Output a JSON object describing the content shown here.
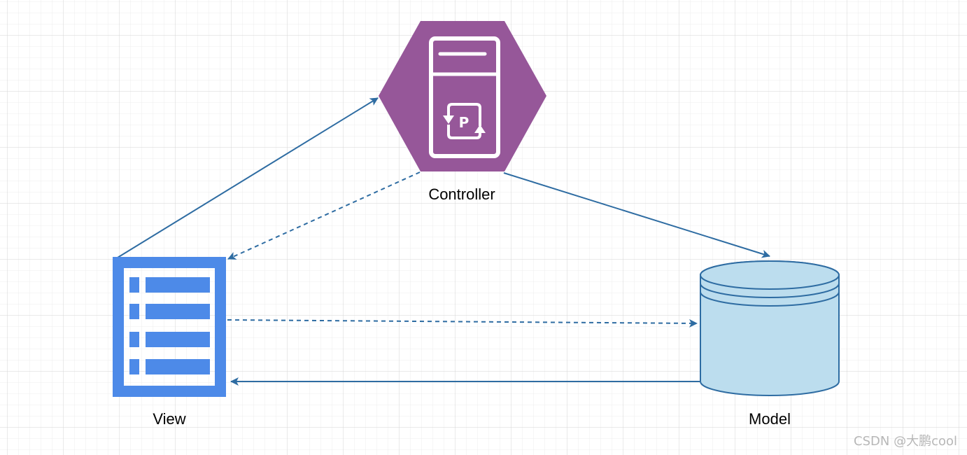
{
  "nodes": {
    "controller": {
      "label": "Controller",
      "fill": "#965799"
    },
    "view": {
      "label": "View",
      "fill": "#4d8ae8"
    },
    "model": {
      "label": "Model",
      "fill": "#bcddee",
      "stroke": "#2e6ca2"
    }
  },
  "edges": [
    {
      "from": "view",
      "to": "controller",
      "style": "solid"
    },
    {
      "from": "controller",
      "to": "view",
      "style": "dashed"
    },
    {
      "from": "controller",
      "to": "model",
      "style": "solid"
    },
    {
      "from": "view",
      "to": "model",
      "style": "dashed"
    },
    {
      "from": "model",
      "to": "view",
      "style": "solid"
    }
  ],
  "colors": {
    "edge": "#2e6ca2",
    "grid_major": "#d4d4d4",
    "grid_minor": "#ececec",
    "background": "#ffffff"
  },
  "grid": true,
  "watermark": "CSDN @大鹏cool"
}
